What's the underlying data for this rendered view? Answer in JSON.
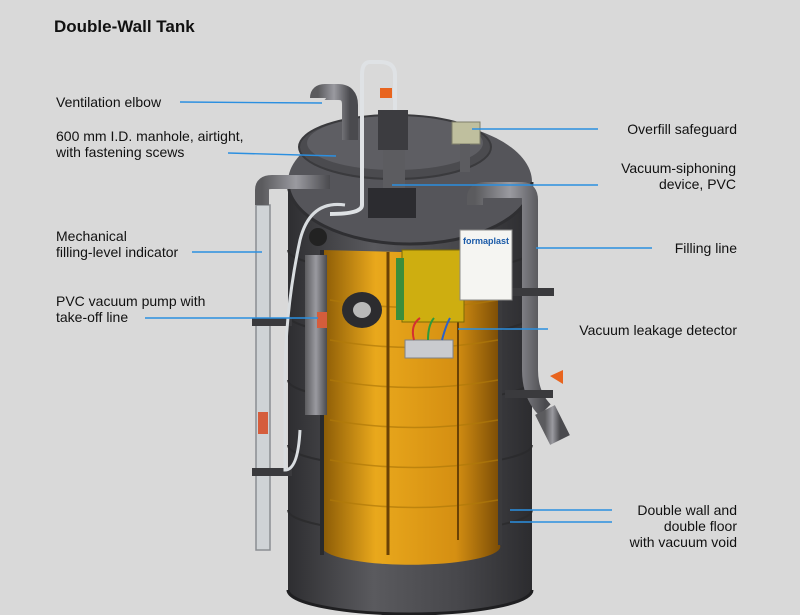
{
  "title": "Double-Wall Tank",
  "labels": {
    "ventilation_elbow": "Ventilation elbow",
    "manhole_line1": "600 mm I.D. manhole, airtight,",
    "manhole_line2": "with fastening scews",
    "level_line1": "Mechanical",
    "level_line2": "filling-level indicator",
    "pump_line1": "PVC vacuum pump with",
    "pump_line2": "take-off line",
    "overfill": "Overfill safeguard",
    "siphon_line1": "Vacuum-siphoning",
    "siphon_line2": "device, PVC",
    "filling_line": "Filling line",
    "leak_detector": "Vacuum leakage detector",
    "wall_line1": "Double wall and",
    "wall_line2": "double floor",
    "wall_line3": "with vacuum void"
  },
  "colors": {
    "background": "#d9d9d9",
    "tank_shell": "#4a4a4d",
    "tank_interior": "#e0a21c",
    "leader_line": "#2b8fe0",
    "valve": "#e8641e",
    "detector": "#cfae10"
  },
  "brand_logo": "formaplast"
}
